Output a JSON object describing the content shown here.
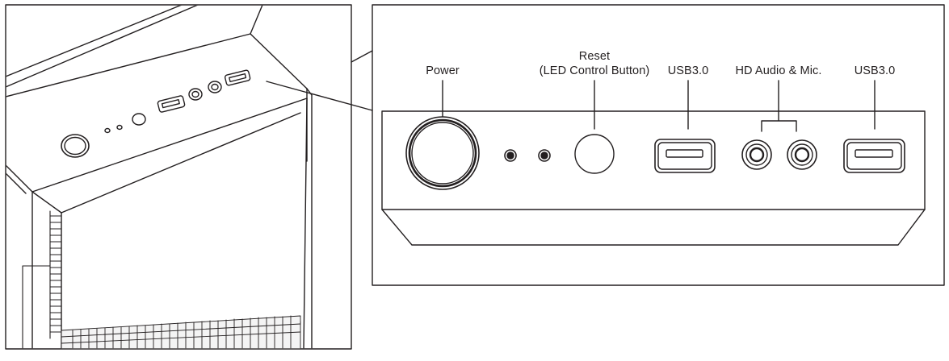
{
  "labels": {
    "power": "Power",
    "reset": "Reset",
    "reset_sub": "(LED Control Button)",
    "usb_left": "USB3.0",
    "audio": "HD Audio & Mic.",
    "usb_right": "USB3.0"
  },
  "colors": {
    "line": "#231f20",
    "background": "#ffffff"
  }
}
